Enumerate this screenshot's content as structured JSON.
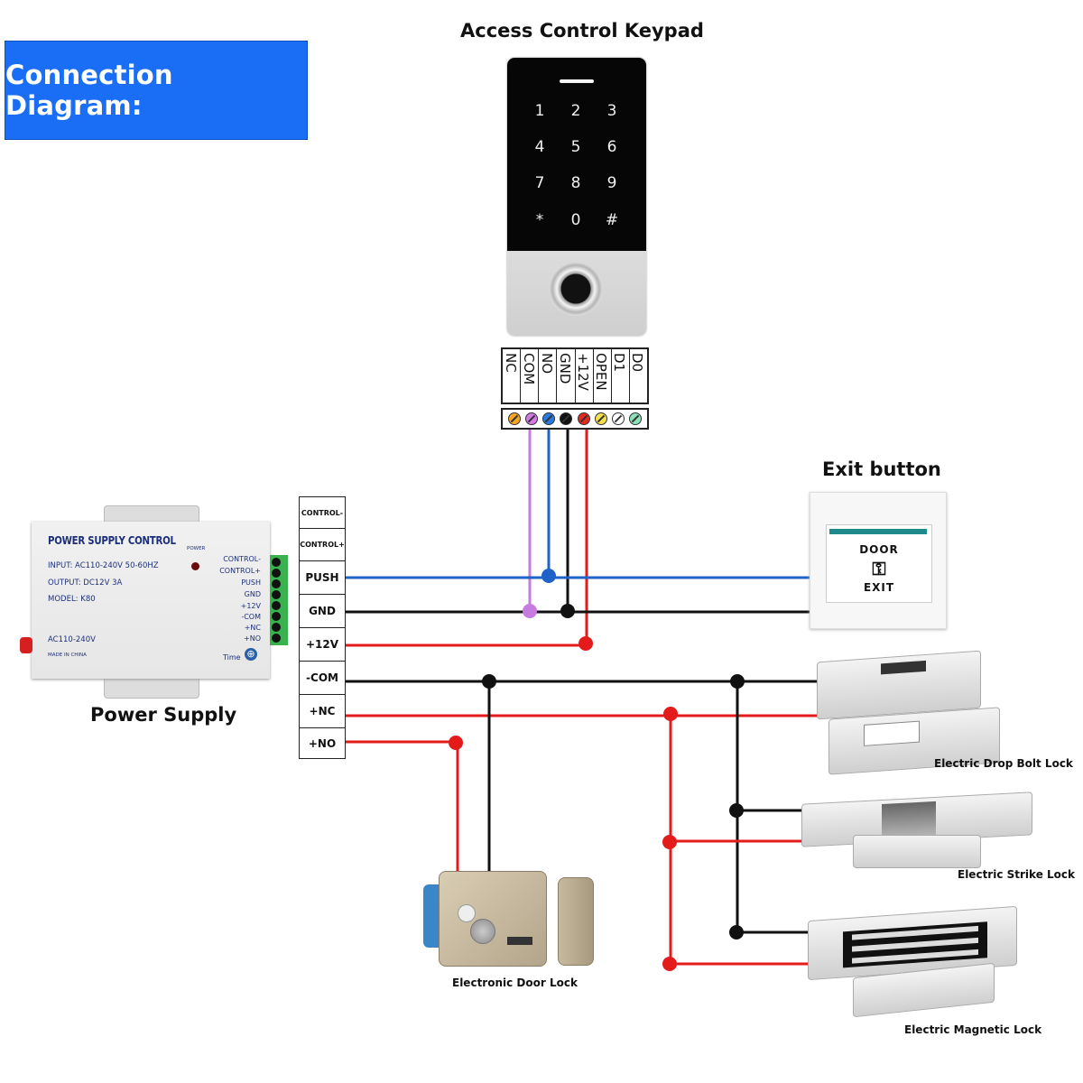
{
  "title": "Connection Diagram:",
  "keypad": {
    "heading": "Access Control Keypad",
    "keys": [
      "1",
      "2",
      "3",
      "4",
      "5",
      "6",
      "7",
      "8",
      "9",
      "*",
      "0",
      "#"
    ],
    "terminals": [
      {
        "label": "NC",
        "color": "#f5a623"
      },
      {
        "label": "COM",
        "color": "#d47ae8"
      },
      {
        "label": "NO",
        "color": "#2a7be0"
      },
      {
        "label": "GND",
        "color": "#111111"
      },
      {
        "label": "+12V",
        "color": "#e8281e"
      },
      {
        "label": "OPEN",
        "color": "#f4e04d"
      },
      {
        "label": "D1",
        "color": "#ffffff"
      },
      {
        "label": "D0",
        "color": "#8fe0b8"
      }
    ]
  },
  "power_supply": {
    "caption": "Power Supply",
    "device_title": "POWER SUPPLY CONTROL",
    "input": "INPUT: AC110-240V  50-60HZ",
    "output": "OUTPUT: DC12V  3A",
    "model": "MODEL: K80",
    "power_led_label": "POWER",
    "ac_label": "AC110-240V",
    "made_in": "MADE IN CHINA",
    "time_label": "Time",
    "terminal_labels": [
      "CONTROL-",
      "CONTROL+",
      "PUSH",
      "GND",
      "+12V",
      "-COM",
      "+NC",
      "+NO"
    ]
  },
  "connector_column": [
    "CONTROL-",
    "CONTROL+",
    "PUSH",
    "GND",
    "+12V",
    "-COM",
    "+NC",
    "+NO"
  ],
  "exit_button": {
    "heading": "Exit button",
    "top_text": "DOOR",
    "bottom_text": "EXIT"
  },
  "locks": {
    "drop_bolt": "Electric Drop Bolt Lock",
    "strike": "Electric Strike Lock",
    "door_lock": "Electronic Door Lock",
    "magnetic": "Electric Magnetic Lock"
  },
  "wire_colors": {
    "blue": "#1f63c9",
    "black": "#111111",
    "red": "#e31b1b",
    "purple": "#c77ae0"
  },
  "connections": [
    {
      "from": "keypad.NO",
      "to": "PUSH",
      "color": "blue"
    },
    {
      "from": "keypad.COM",
      "to": "GND",
      "color": "purple"
    },
    {
      "from": "keypad.GND",
      "to": "GND",
      "color": "black"
    },
    {
      "from": "keypad.+12V",
      "to": "+12V",
      "color": "red"
    },
    {
      "from": "PUSH",
      "to": "exit_button",
      "color": "blue"
    },
    {
      "from": "GND",
      "to": "exit_button",
      "color": "black"
    },
    {
      "from": "-COM",
      "to": "door_lock",
      "color": "black"
    },
    {
      "from": "+NO",
      "to": "door_lock",
      "color": "red"
    },
    {
      "from": "-COM",
      "to": "drop_bolt",
      "color": "black"
    },
    {
      "from": "+NC",
      "to": "drop_bolt",
      "color": "red"
    },
    {
      "from": "-COM",
      "to": "strike",
      "color": "black"
    },
    {
      "from": "+NC",
      "to": "strike",
      "color": "red"
    },
    {
      "from": "-COM",
      "to": "magnetic",
      "color": "black"
    },
    {
      "from": "+NC",
      "to": "magnetic",
      "color": "red"
    }
  ]
}
